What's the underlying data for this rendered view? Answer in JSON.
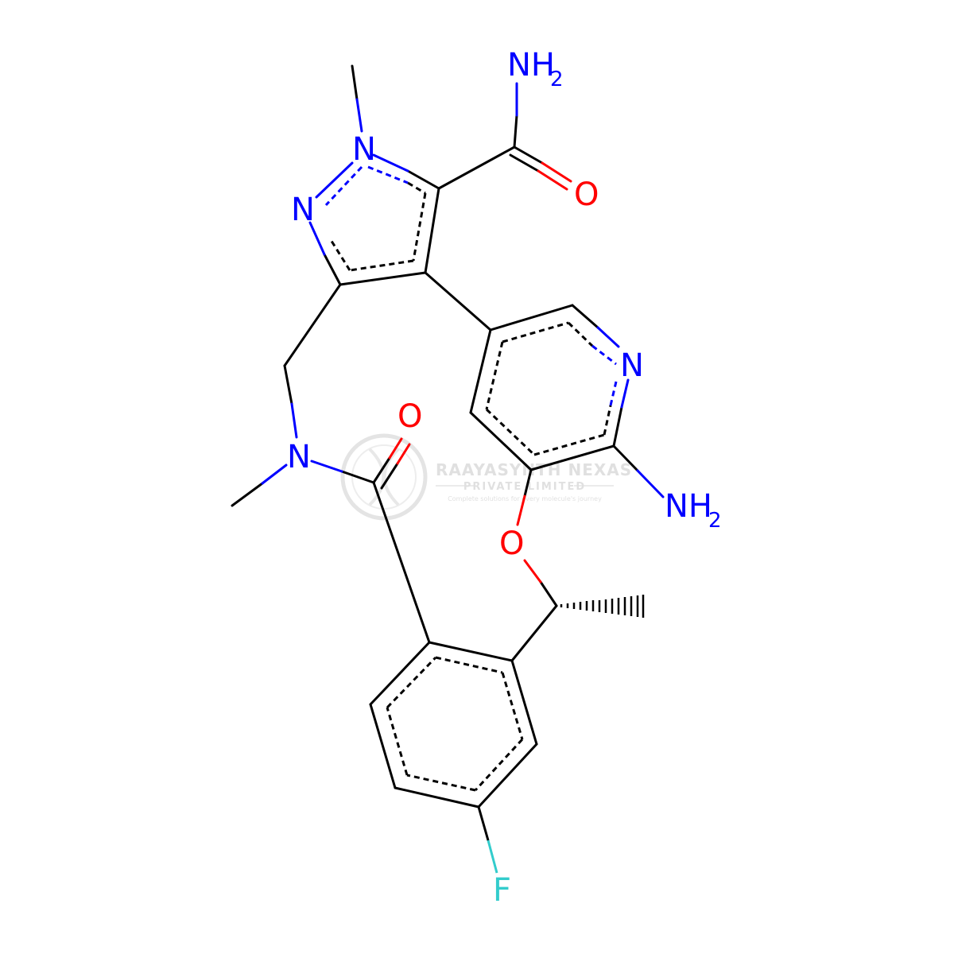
{
  "molecule": {
    "atoms": {
      "amide_n": {
        "symbol": "NH",
        "sub": "2",
        "color": "#0000ff"
      },
      "amide_o": {
        "symbol": "O",
        "color": "#ff0000"
      },
      "pyrazole_n1": {
        "symbol": "N",
        "color": "#0000ff"
      },
      "pyrazole_n2": {
        "symbol": "N",
        "color": "#0000ff"
      },
      "pyridine_n": {
        "symbol": "N",
        "color": "#0000ff"
      },
      "amine_n": {
        "symbol": "NH",
        "sub": "2",
        "color": "#0000ff"
      },
      "ether_o": {
        "symbol": "O",
        "color": "#ff0000"
      },
      "lactam_n": {
        "symbol": "N",
        "color": "#0000ff"
      },
      "lactam_o": {
        "symbol": "O",
        "color": "#ff0000"
      },
      "fluorine": {
        "symbol": "F",
        "color": "#33cccc"
      }
    },
    "bond_color": "#000000"
  },
  "watermark": {
    "company": "RAAYASYNTH NEXAS",
    "subtitle": "PRIVATE LIMITED",
    "tagline": "Complete solutions for every molecule's journey",
    "color": "#c8c8c8"
  }
}
